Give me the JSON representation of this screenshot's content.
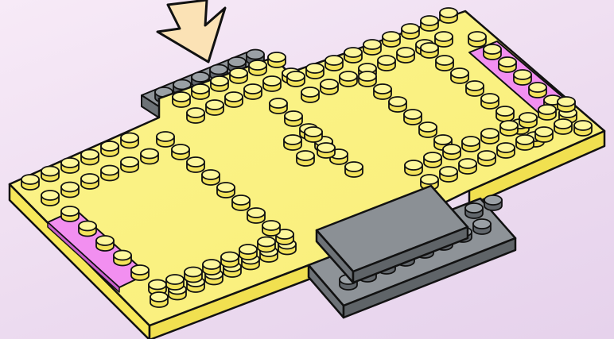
{
  "scene": {
    "subject": "building-instruction-step",
    "arrow": {
      "direction": "down-right",
      "icon": "arrow-down-right-icon"
    },
    "parts": [
      {
        "id": "yellow-base-plate",
        "color_name": "yellow",
        "studs": "many"
      },
      {
        "id": "left-pink-tile",
        "color_name": "pink"
      },
      {
        "id": "right-pink-tile",
        "color_name": "pink"
      },
      {
        "id": "back-gray-plate",
        "color_name": "gray"
      },
      {
        "id": "front-gray-plate",
        "color_name": "gray"
      },
      {
        "id": "front-gray-tile",
        "color_name": "gray"
      }
    ]
  },
  "colors": {
    "background": "#efe0f2",
    "plate_top": "#fcf48c",
    "plate_side": "#f7e85a",
    "plate_edge": "#e9d84a",
    "stud_top": "#fdf79c",
    "stud_side": "#f3e35a",
    "pink_top": "#f28ff0",
    "pink_side": "#c95fcc",
    "gray_top": "#8e9398",
    "gray_side": "#6d7277",
    "gray_stud_top": "#9aa0a5",
    "gray_stud_side": "#61666b",
    "arrow_fill": "#fbe2b5",
    "outline": "#111111"
  }
}
